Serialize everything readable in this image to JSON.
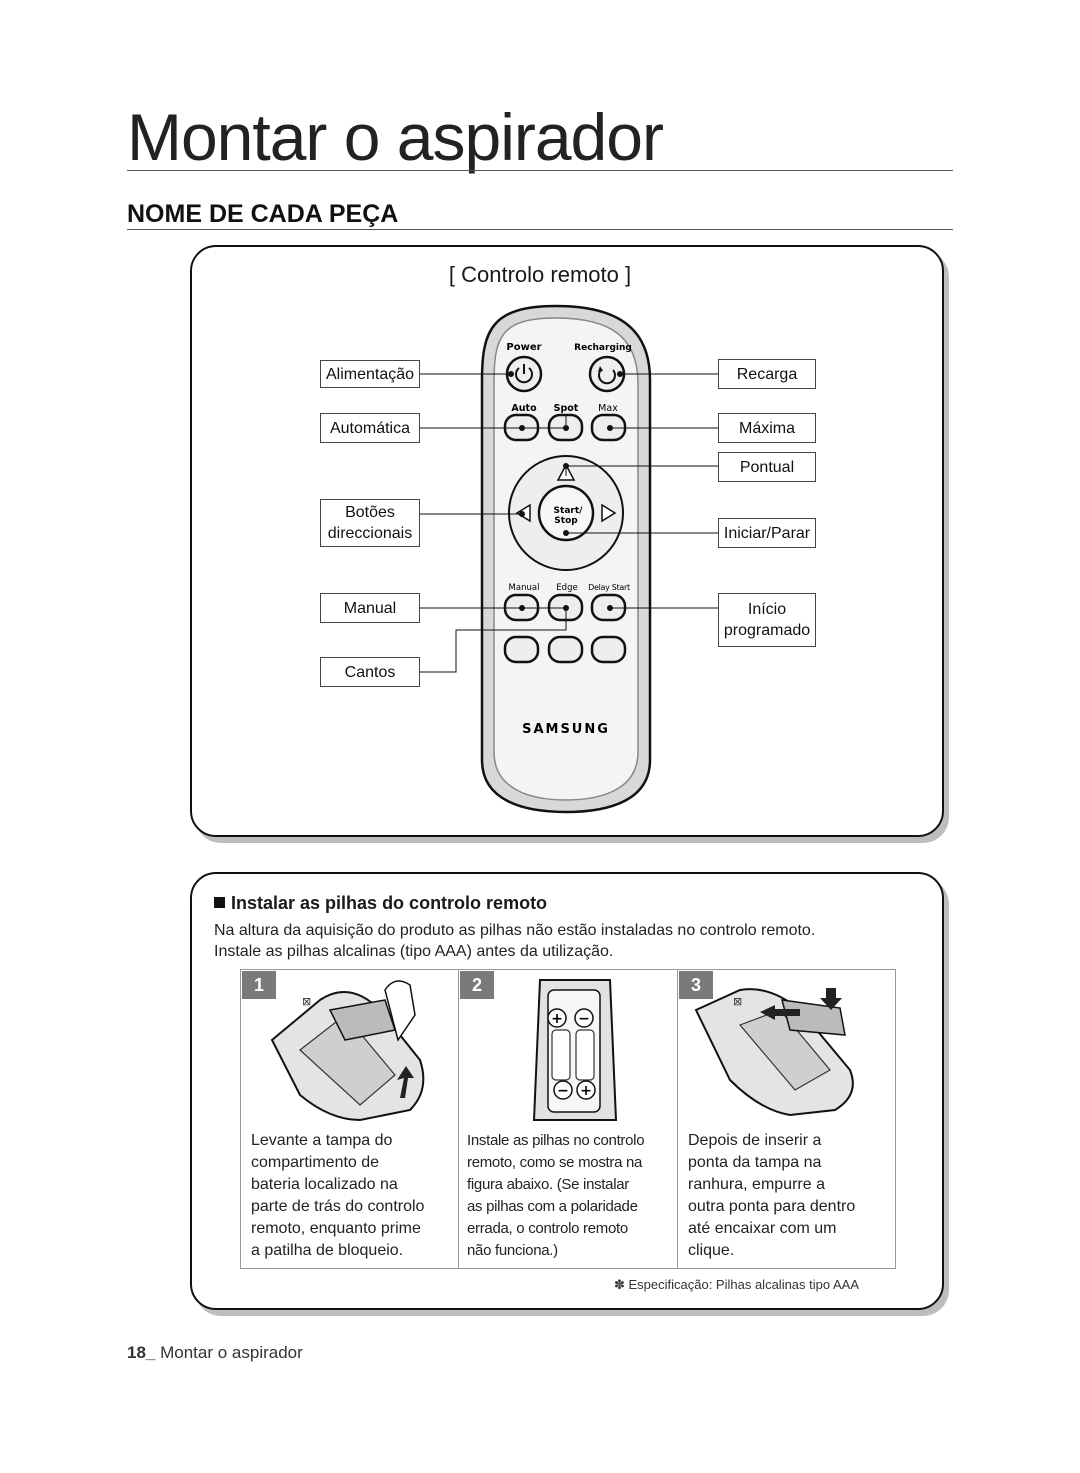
{
  "page": {
    "title": "Montar o aspirador",
    "section_heading": "NOME DE CADA PEÇA"
  },
  "remote": {
    "heading": "[ Controlo remoto ]",
    "button_texts": {
      "power": "Power",
      "recharging": "Recharging",
      "auto": "Auto",
      "spot": "Spot",
      "max": "Max",
      "start": "Start/",
      "stop": "Stop",
      "manual": "Manual",
      "edge": "Edge",
      "delay_start": "Delay Start",
      "brand": "SAMSUNG"
    },
    "labels": {
      "alimentacao": "Alimentação",
      "automatica": "Automática",
      "botoes_1": "Botões",
      "botoes_2": "direccionais",
      "manual": "Manual",
      "cantos": "Cantos",
      "recarga": "Recarga",
      "maxima": "Máxima",
      "pontual": "Pontual",
      "iniciar_parar": "Iniciar/Parar",
      "inicio_1": "Início",
      "inicio_2": "programado"
    }
  },
  "battery": {
    "heading": "Instalar as pilhas do controlo remoto",
    "intro_1": "Na altura da aquisição do produto as pilhas não estão instaladas no controlo remoto.",
    "intro_2": "Instale as pilhas alcalinas (tipo AAA) antes da utilização.",
    "steps": [
      {
        "number": "1",
        "lines": [
          "Levante a tampa do",
          "compartimento de",
          "bateria localizado na",
          "parte de trás do controlo",
          "remoto, enquanto prime",
          "a patilha de bloqueio."
        ]
      },
      {
        "number": "2",
        "lines": [
          "Instale as pilhas no controlo",
          "remoto, como se mostra na",
          "figura abaixo. (Se instalar",
          "as pilhas com a polaridade",
          "errada, o controlo remoto",
          "não funciona.)"
        ]
      },
      {
        "number": "3",
        "lines": [
          "Depois de inserir a",
          "ponta da tampa na",
          "ranhura, empurre a",
          "outra ponta para dentro",
          "até encaixar com um",
          "clique."
        ]
      }
    ],
    "footnote": "✽ Especificação: Pilhas alcalinas tipo AAA"
  },
  "footer": {
    "page_number": "18_",
    "label": "Montar o aspirador"
  }
}
